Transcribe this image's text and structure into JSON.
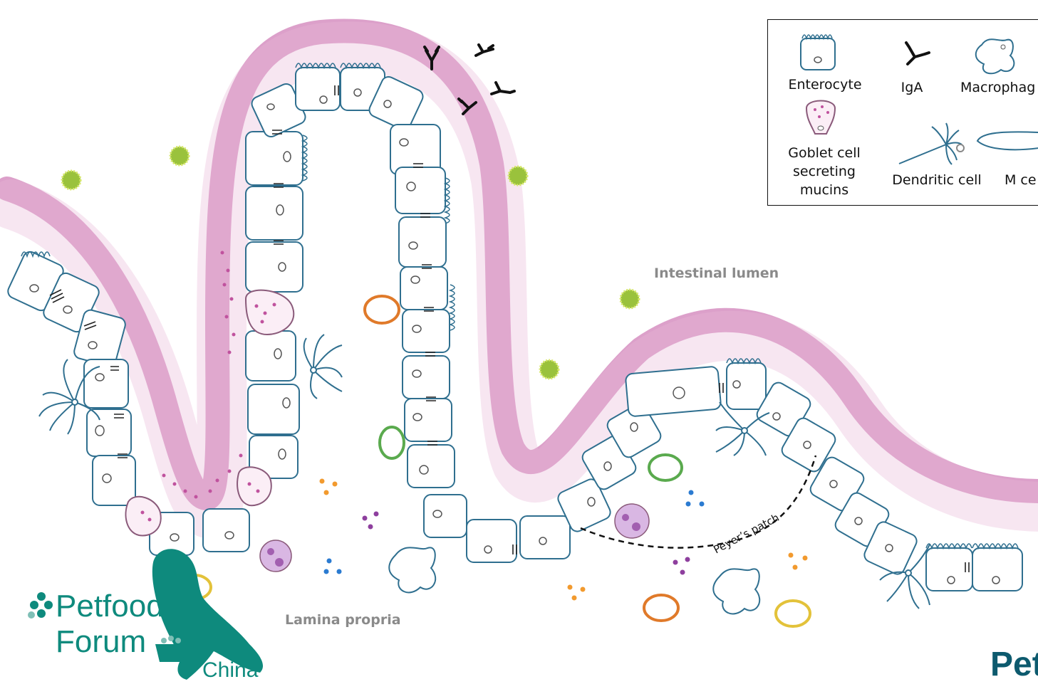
{
  "legend": {
    "enterocyte": "Enterocyte",
    "iga": "IgA",
    "macrophage": "Macrophag",
    "goblet_line1": "Goblet cell",
    "goblet_line2": "secreting",
    "goblet_line3": "mucins",
    "dendritic": "Dendritic cell",
    "mcell": "M ce"
  },
  "labels": {
    "lumen": "Intestinal lumen",
    "lamina": "Lamina propria",
    "peyers": "Peyer’s patch"
  },
  "logo": {
    "line1": "Petfood",
    "line2": "Forum",
    "line3": "China",
    "corner": "Pet"
  },
  "colors": {
    "mucus": "#c0529e",
    "cell_outline": "#2f6f8f",
    "bacteria": "#9ac23c",
    "logo_teal": "#0e8a7d",
    "orange_cell": "#e07a2a",
    "green_cell": "#5aaa4e",
    "yellow_cell": "#e3c23a",
    "granulocyte": "#b06bb6"
  },
  "icons": [
    "enterocyte-icon",
    "iga-icon",
    "macrophage-icon",
    "goblet-cell-icon",
    "dendritic-cell-icon",
    "m-cell-icon",
    "bacterium-icon",
    "lymphocyte-icon",
    "paw-icon",
    "dog-silhouette-icon"
  ]
}
